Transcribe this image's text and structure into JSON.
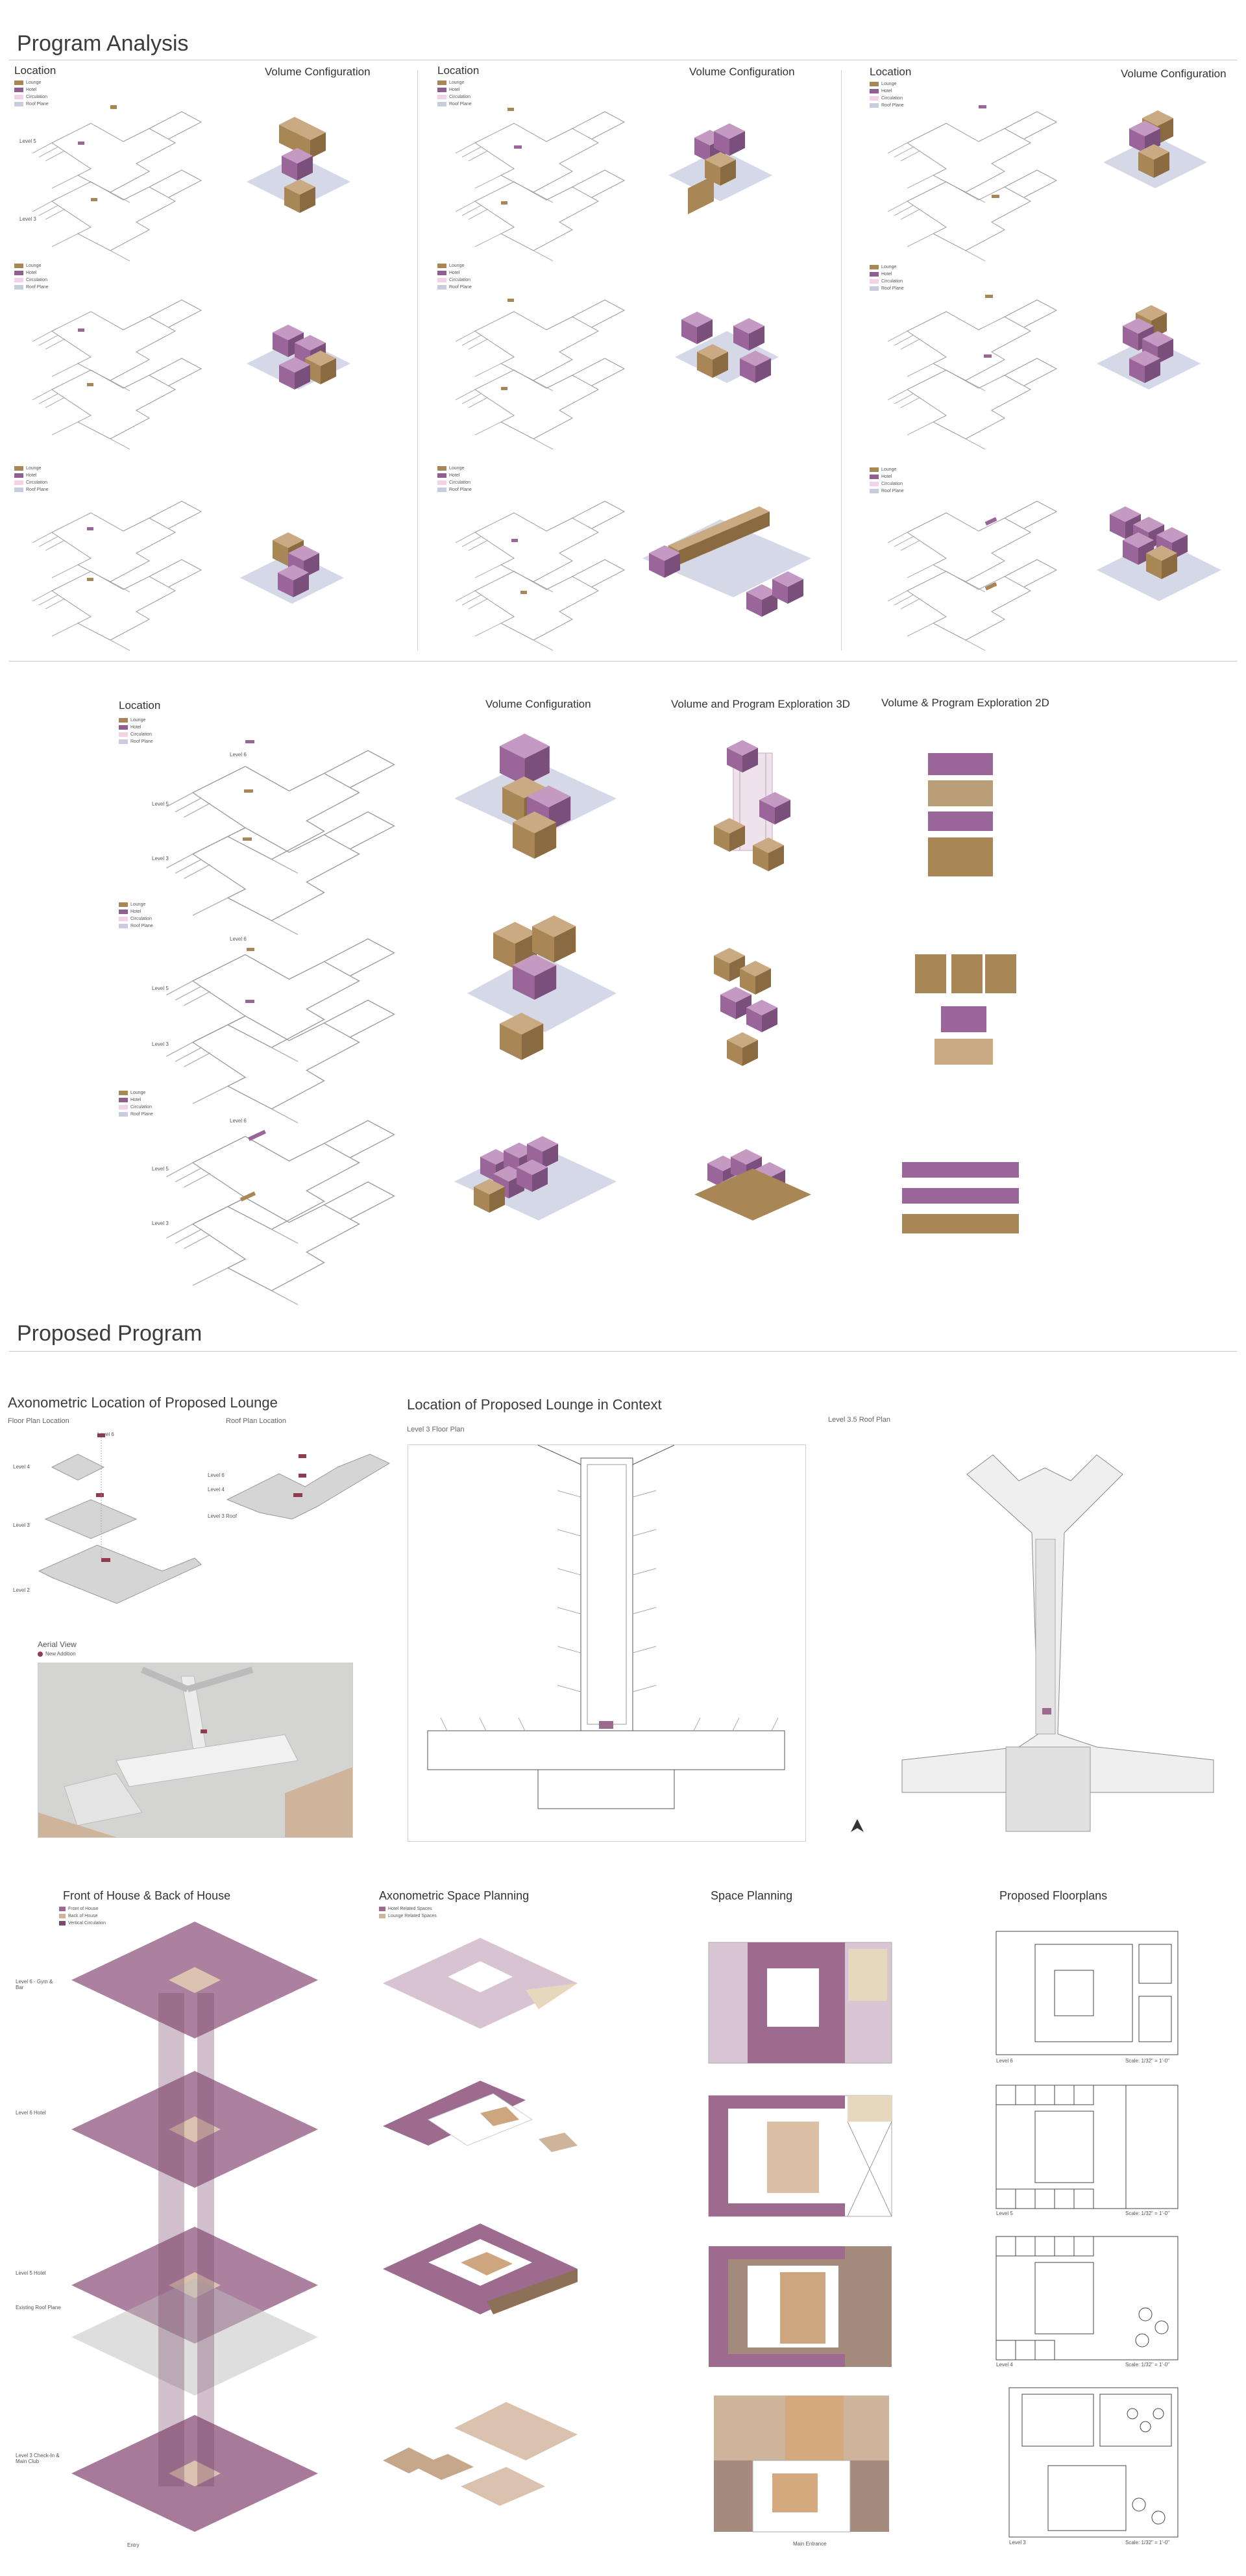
{
  "colors": {
    "lounge": "#a98655",
    "hotel": "#8f5f8f",
    "circulation": "#f1d2e6",
    "roof": "#c7ccdf",
    "plate": "#9d6b8e",
    "back": "#cdb49b"
  },
  "analysis": {
    "title": "Program Analysis",
    "location_label": "Location",
    "volume_label": "Volume Configuration",
    "legend": [
      "Lounge",
      "Hotel",
      "Circulation",
      "Roof Plane"
    ]
  },
  "exploration": {
    "location_label": "Location",
    "volume_label": "Volume Configuration",
    "explore3d_label": "Volume and Program Exploration 3D",
    "explore2d_label": "Volume & Program Exploration 2D",
    "legend": [
      "Lounge",
      "Hotel",
      "Circulation",
      "Roof Plane"
    ],
    "levels": [
      "Level 6",
      "Level 5",
      "Level 3"
    ]
  },
  "proposed": {
    "title": "Proposed Program",
    "axo_title": "Axonometric Location of Proposed Lounge",
    "floor_plan_loc": "Floor Plan Location",
    "roof_plan_loc": "Roof Plan Location",
    "levels_left": [
      "Level 6",
      "Level 4",
      "Level 3",
      "Level 2"
    ],
    "levels_right": [
      "Level 6",
      "Level 4",
      "Level 3 Roof"
    ],
    "aerial_label": "Aerial View",
    "aerial_legend": "New Addition",
    "context_title": "Location of Proposed Lounge in Context",
    "l3_floor": "Level 3 Floor Plan",
    "l35_roof": "Level 3.5 Roof Plan"
  },
  "bottom": {
    "foh_title": "Front of House & Back of House",
    "foh_legend": [
      "Front of House",
      "Back of House",
      "Vertical Circulation"
    ],
    "foh_levels": [
      "Level 6 - Gym & Bar",
      "Level 6 Hotel",
      "Level 5 Hotel",
      "Existing Roof Plane",
      "Level 3 Check-In & Main Club"
    ],
    "foh_entry": "Entry",
    "axo_space_title": "Axonometric Space Planning",
    "axo_space_legend": [
      "Hotel Related Spaces",
      "Lounge Related Spaces"
    ],
    "space_title": "Space Planning",
    "floorplans_title": "Proposed Floorplans",
    "floor_labels": [
      "Level 6",
      "Level 5",
      "Level 4",
      "Level 3"
    ],
    "scale": "Scale: 1/32\" = 1'-0\"",
    "entry_label": "Main Entrance"
  }
}
